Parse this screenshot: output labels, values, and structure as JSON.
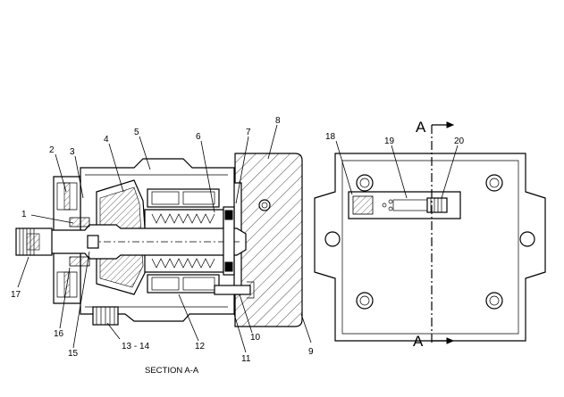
{
  "callouts": [
    {
      "id": "1",
      "label": "1"
    },
    {
      "id": "2",
      "label": "2"
    },
    {
      "id": "3",
      "label": "3"
    },
    {
      "id": "4",
      "label": "4"
    },
    {
      "id": "5",
      "label": "5"
    },
    {
      "id": "6",
      "label": "6"
    },
    {
      "id": "7",
      "label": "7"
    },
    {
      "id": "8",
      "label": "8"
    },
    {
      "id": "9",
      "label": "9"
    },
    {
      "id": "10",
      "label": "10"
    },
    {
      "id": "11",
      "label": "11"
    },
    {
      "id": "12",
      "label": "12"
    },
    {
      "id": "13-14",
      "label": "13 - 14"
    },
    {
      "id": "15",
      "label": "15"
    },
    {
      "id": "16",
      "label": "16"
    },
    {
      "id": "17",
      "label": "17"
    },
    {
      "id": "18",
      "label": "18"
    },
    {
      "id": "19",
      "label": "19"
    },
    {
      "id": "20",
      "label": "20"
    }
  ],
  "section_marker": {
    "top": "A",
    "bottom": "A"
  },
  "caption": "SECTION A-A"
}
